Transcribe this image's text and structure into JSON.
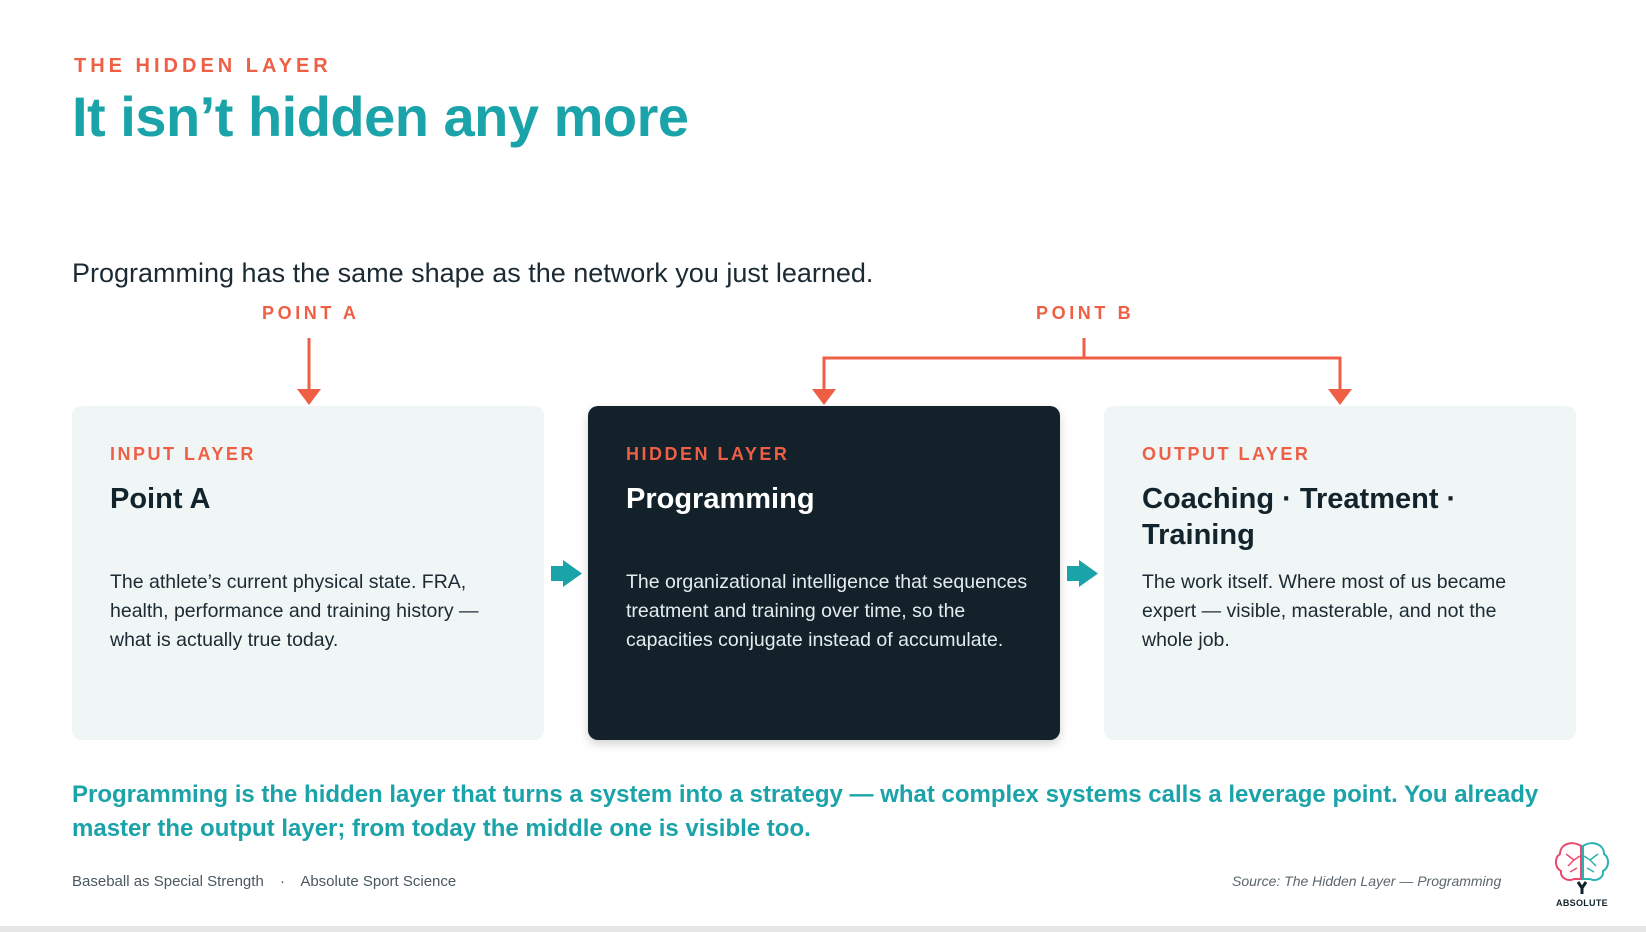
{
  "header": {
    "eyebrow": "THE HIDDEN LAYER",
    "title": "It isn’t hidden any more"
  },
  "lede": "Programming has the same shape as the network you just learned.",
  "points": {
    "a_label": "POINT A",
    "b_label": "POINT B"
  },
  "cards": [
    {
      "eyebrow": "INPUT LAYER",
      "title": "Point A",
      "body": "The athlete’s current physical state. FRA, health, performance and training history — what is actually true today."
    },
    {
      "eyebrow": "HIDDEN LAYER",
      "title": "Programming",
      "body": "The organizational intelligence that sequences treatment and training over time, so the capacities conjugate instead of accumulate."
    },
    {
      "eyebrow": "OUTPUT LAYER",
      "title": "Coaching · Treatment · Training",
      "body": "The work itself. Where most of us became expert — visible, masterable, and not the whole job."
    }
  ],
  "takeaway": "Programming is the hidden layer that turns a system into a strategy — what complex systems calls a leverage point. You already master the output layer; from today the middle one is visible too.",
  "footer": {
    "left_1": "Baseball as Special Strength",
    "separator": "·",
    "left_2": "Absolute Sport Science",
    "source": "Source: The Hidden Layer — Programming",
    "logo_text": "ABSOLUTE"
  },
  "colors": {
    "accent_orange": "#ee5f45",
    "accent_teal": "#1aa3a8",
    "dark_card": "#12212a",
    "light_card": "#f0f5f5"
  },
  "icons": [
    "arrow-down-icon",
    "arrow-right-icon",
    "brain-logo-icon"
  ]
}
